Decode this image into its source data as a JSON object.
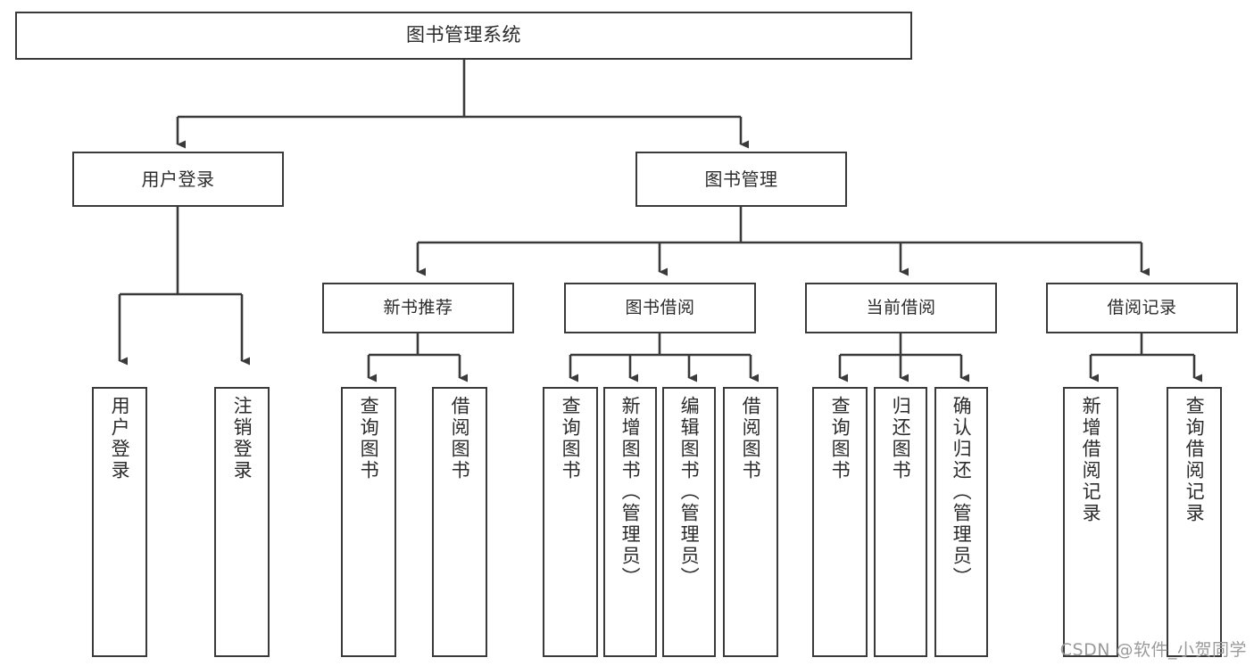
{
  "diagram": {
    "title": "图书管理系统",
    "watermark": "CSDN @软件_小贺同学",
    "colors": {
      "stroke": "#3a3a3a",
      "background": "#ffffff",
      "text": "#2b2b2b",
      "watermark": "#9a9a9a"
    },
    "root": {
      "label": "图书管理系统"
    },
    "level_one": [
      {
        "label": "用户登录"
      },
      {
        "label": "图书管理"
      }
    ],
    "level_two": [
      {
        "label": "新书推荐"
      },
      {
        "label": "图书借阅"
      },
      {
        "label": "当前借阅"
      },
      {
        "label": "借阅记录"
      }
    ],
    "leaves": {
      "user_login": [
        {
          "label": "用户登录"
        },
        {
          "label": "注销登录"
        }
      ],
      "new_book": [
        {
          "label": "查询图书"
        },
        {
          "label": "借阅图书"
        }
      ],
      "book_borrow": [
        {
          "label": "查询图书"
        },
        {
          "label": "新增图书（管理员）"
        },
        {
          "label": "编辑图书（管理员）"
        },
        {
          "label": "借阅图书"
        }
      ],
      "current_borrow": [
        {
          "label": "查询图书"
        },
        {
          "label": "归还图书"
        },
        {
          "label": "确认归还（管理员）"
        }
      ],
      "borrow_record": [
        {
          "label": "新增借阅记录"
        },
        {
          "label": "查询借阅记录"
        }
      ]
    }
  }
}
